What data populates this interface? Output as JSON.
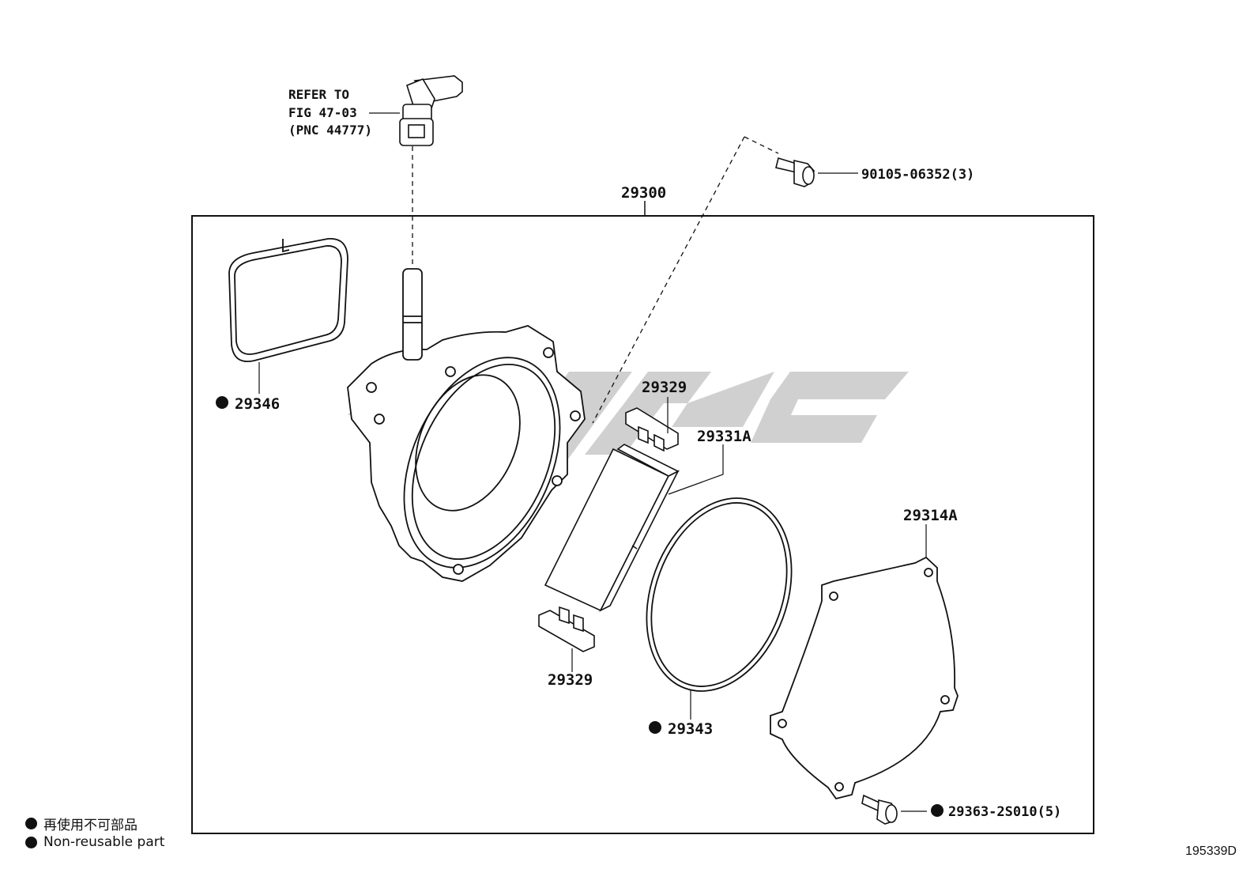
{
  "refer": {
    "line1": "REFER TO",
    "line2": "FIG 47-03",
    "line3": "(PNC 44777)"
  },
  "callouts": {
    "assembly": "29300",
    "bolt": "90105-06352(3)",
    "gasket_square": "29346",
    "bracket_top": "29329",
    "vane": "29331A",
    "plate": "29314A",
    "bracket_bottom": "29329",
    "o_ring": "29343",
    "screw": "29363-2S010(5)"
  },
  "legend": {
    "japanese": "再使用不可部品",
    "english": "Non-reusable part"
  },
  "drawing_number": "195339D",
  "colors": {
    "line": "#111111",
    "watermark": "#c8c8c8",
    "background": "#ffffff"
  }
}
